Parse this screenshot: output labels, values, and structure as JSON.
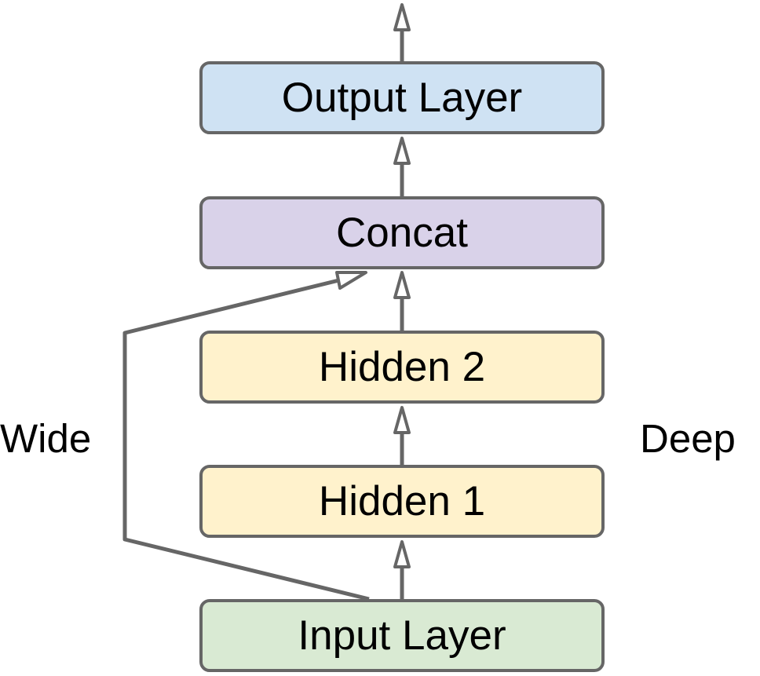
{
  "layers": {
    "output": {
      "label": "Output Layer",
      "color": "#cfe2f3"
    },
    "concat": {
      "label": "Concat",
      "color": "#d9d2e9"
    },
    "hidden2": {
      "label": "Hidden 2",
      "color": "#fff2cc"
    },
    "hidden1": {
      "label": "Hidden 1",
      "color": "#fff2cc"
    },
    "input": {
      "label": "Input Layer",
      "color": "#d9ead3"
    }
  },
  "paths": {
    "wide_label": "Wide",
    "deep_label": "Deep"
  },
  "colors": {
    "stroke": "#666666",
    "text": "#000000",
    "background": "#ffffff"
  }
}
